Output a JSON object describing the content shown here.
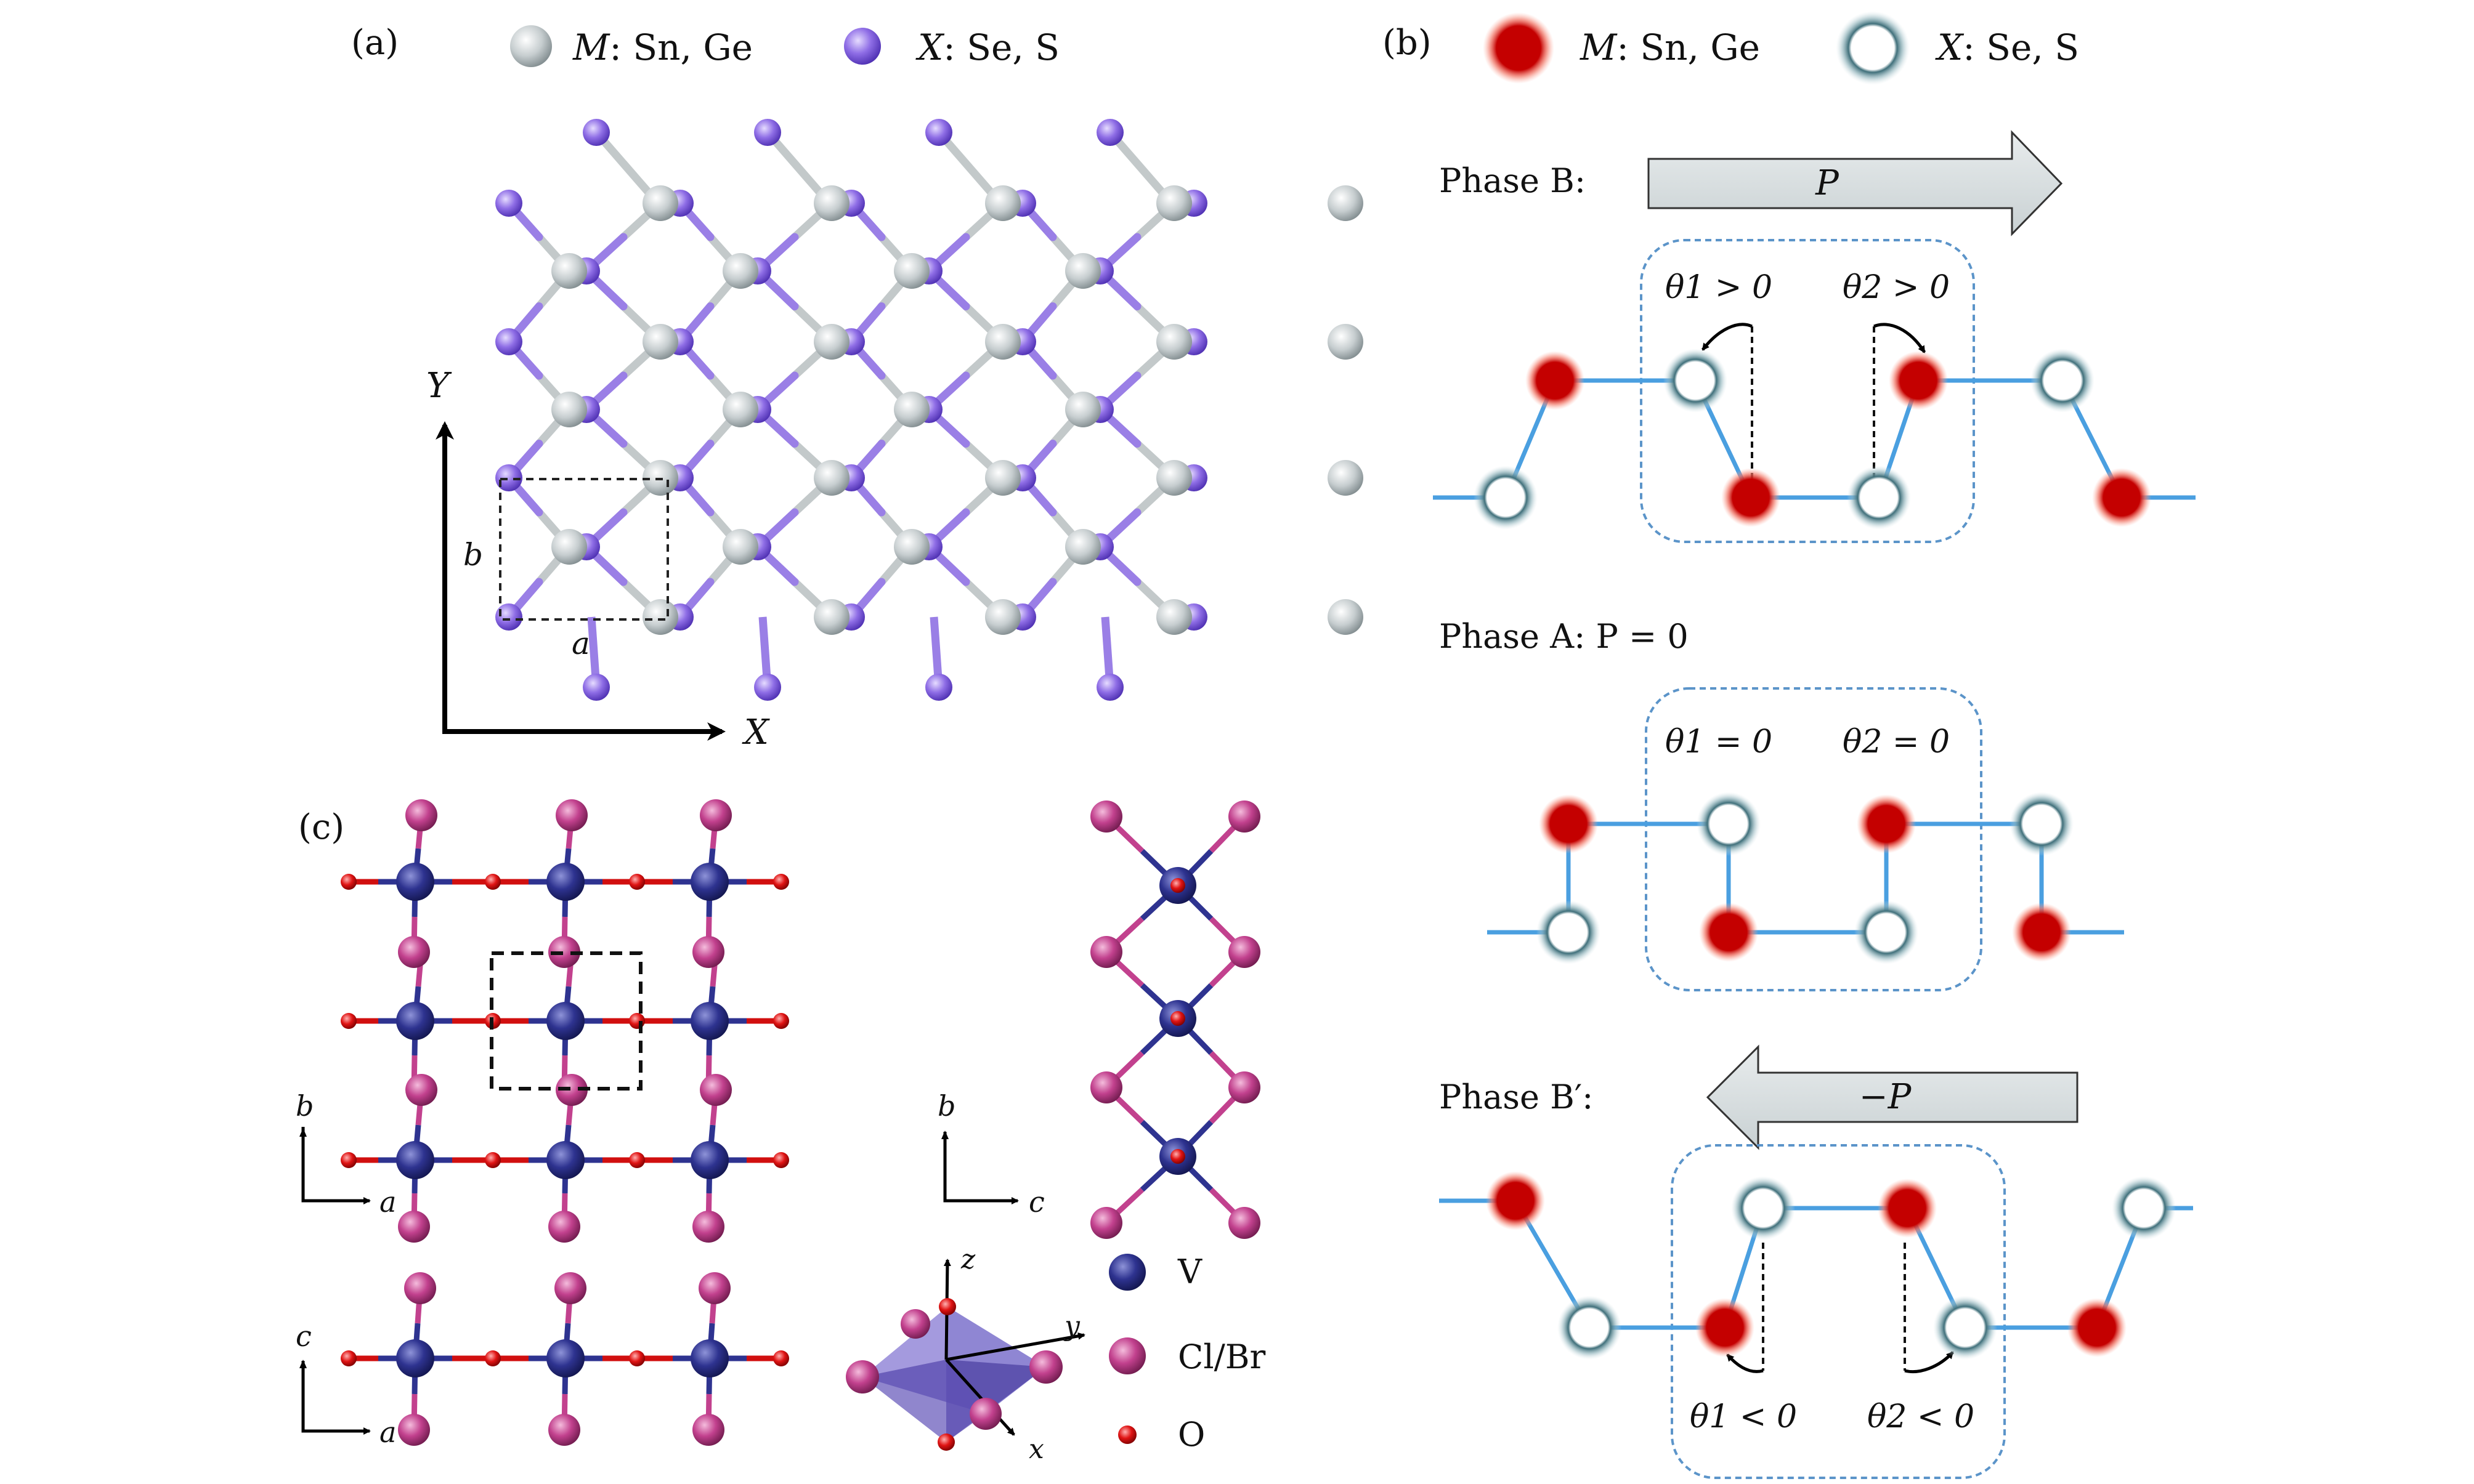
{
  "panels": {
    "a": {
      "label": "(a)",
      "legend": [
        {
          "symbol": "M",
          "text": ": Sn, Ge",
          "color": "#c9d0d1"
        },
        {
          "symbol": "X",
          "text": ": Se, S",
          "color": "#8a6be0"
        }
      ],
      "axis_y": "Y",
      "axis_x": "X",
      "cell_a": "a",
      "cell_b": "b"
    },
    "b": {
      "label": "(b)",
      "legend": [
        {
          "symbol": "M",
          "text": ": Sn, Ge",
          "color": "#c40000"
        },
        {
          "symbol": "X",
          "text": ": Se, S",
          "color": "#ffffff"
        }
      ],
      "phase_B": {
        "label": "Phase B:",
        "arrow": "P",
        "theta1": "θ1 > 0",
        "theta2": "θ2 > 0"
      },
      "phase_A": {
        "label": "Phase A: P = 0",
        "theta1": "θ1 = 0",
        "theta2": "θ2 = 0"
      },
      "phase_Bp": {
        "label": "Phase B′:",
        "arrow": "−P",
        "theta1": "θ1 < 0",
        "theta2": "θ2 < 0"
      }
    },
    "c": {
      "label": "(c)",
      "axes_top": {
        "v": "b",
        "h": "a"
      },
      "axes_side": {
        "v": "b",
        "h": "c"
      },
      "axes_bottom": {
        "v": "c",
        "h": "a"
      },
      "octa_axes": {
        "z": "z",
        "y": "y",
        "x": "x"
      },
      "legend": [
        {
          "text": "V",
          "color": "#2b2f86"
        },
        {
          "text": "Cl/Br",
          "color": "#c2418e"
        },
        {
          "text": "O",
          "color": "#d10f0f"
        }
      ]
    }
  },
  "colors": {
    "accent_blue": "#4a9fe0",
    "cell_dash_blue": "#5b94c9"
  }
}
